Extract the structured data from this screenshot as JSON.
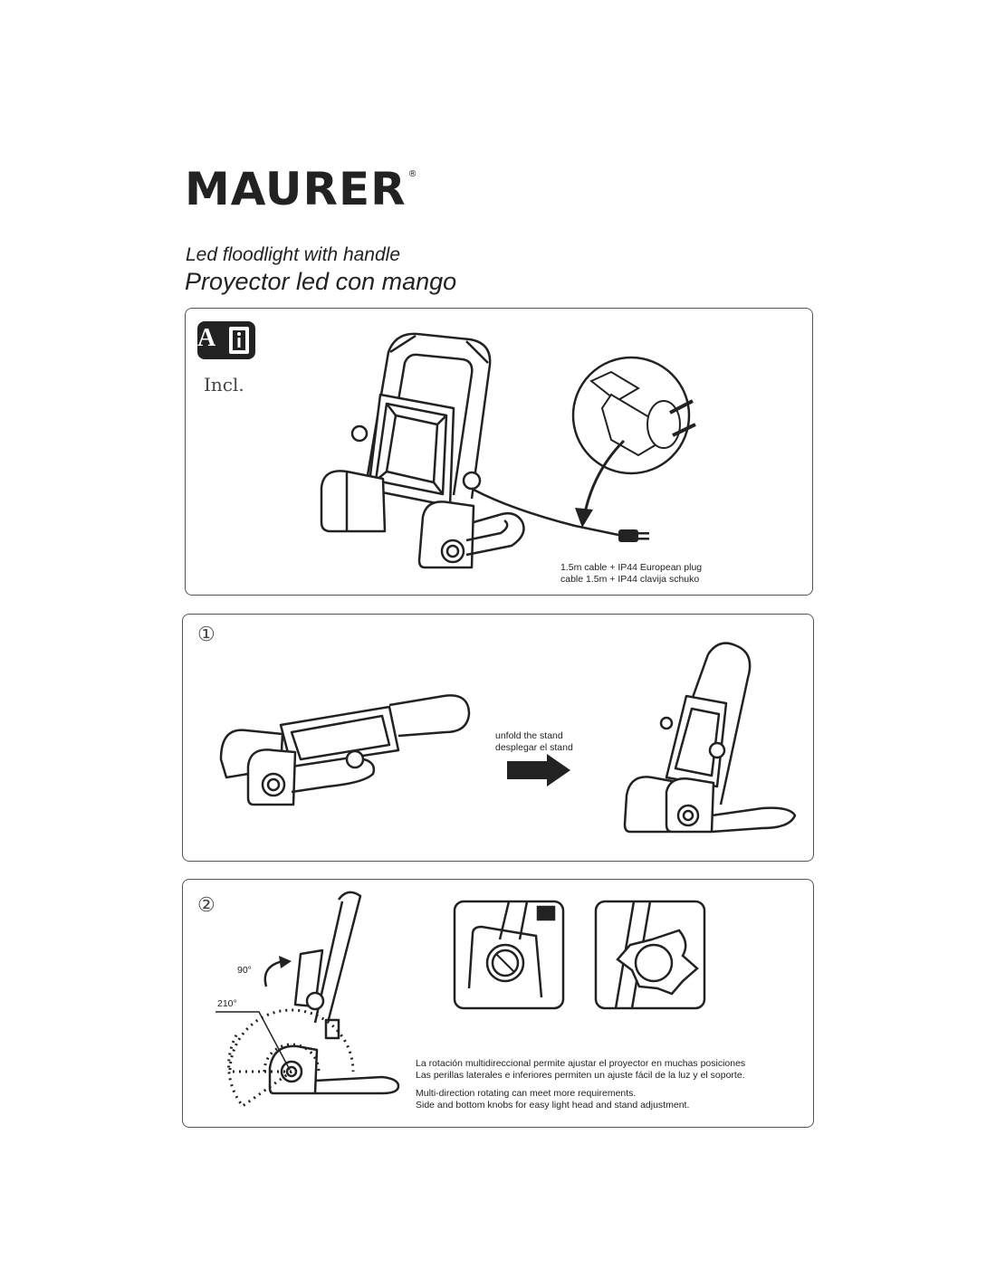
{
  "header": {
    "brand": "MAURER",
    "brand_mark": "®",
    "subtitle_en": "Led floodlight with handle",
    "subtitle_es": "Proyector led con mango"
  },
  "panel_included": {
    "badge_letter": "A",
    "label": "Incl.",
    "cable_en": "1.5m cable + IP44 European plug",
    "cable_es": "cable 1.5m + IP44 clavija schuko"
  },
  "panel_step1": {
    "step": "①",
    "action_en": "unfold the stand",
    "action_es": "desplegar el stand"
  },
  "panel_step2": {
    "step": "②",
    "angle_a": "90°",
    "angle_b": "210°",
    "desc_es_1": "La rotación multidireccional permite ajustar el proyector en muchas posiciones",
    "desc_es_2": "Las perillas laterales e inferiores permiten un ajuste fácil de la luz y el soporte.",
    "desc_en_1": "Multi-direction rotating can meet more requirements.",
    "desc_en_2": "Side and bottom knobs for easy light head and stand adjustment."
  }
}
